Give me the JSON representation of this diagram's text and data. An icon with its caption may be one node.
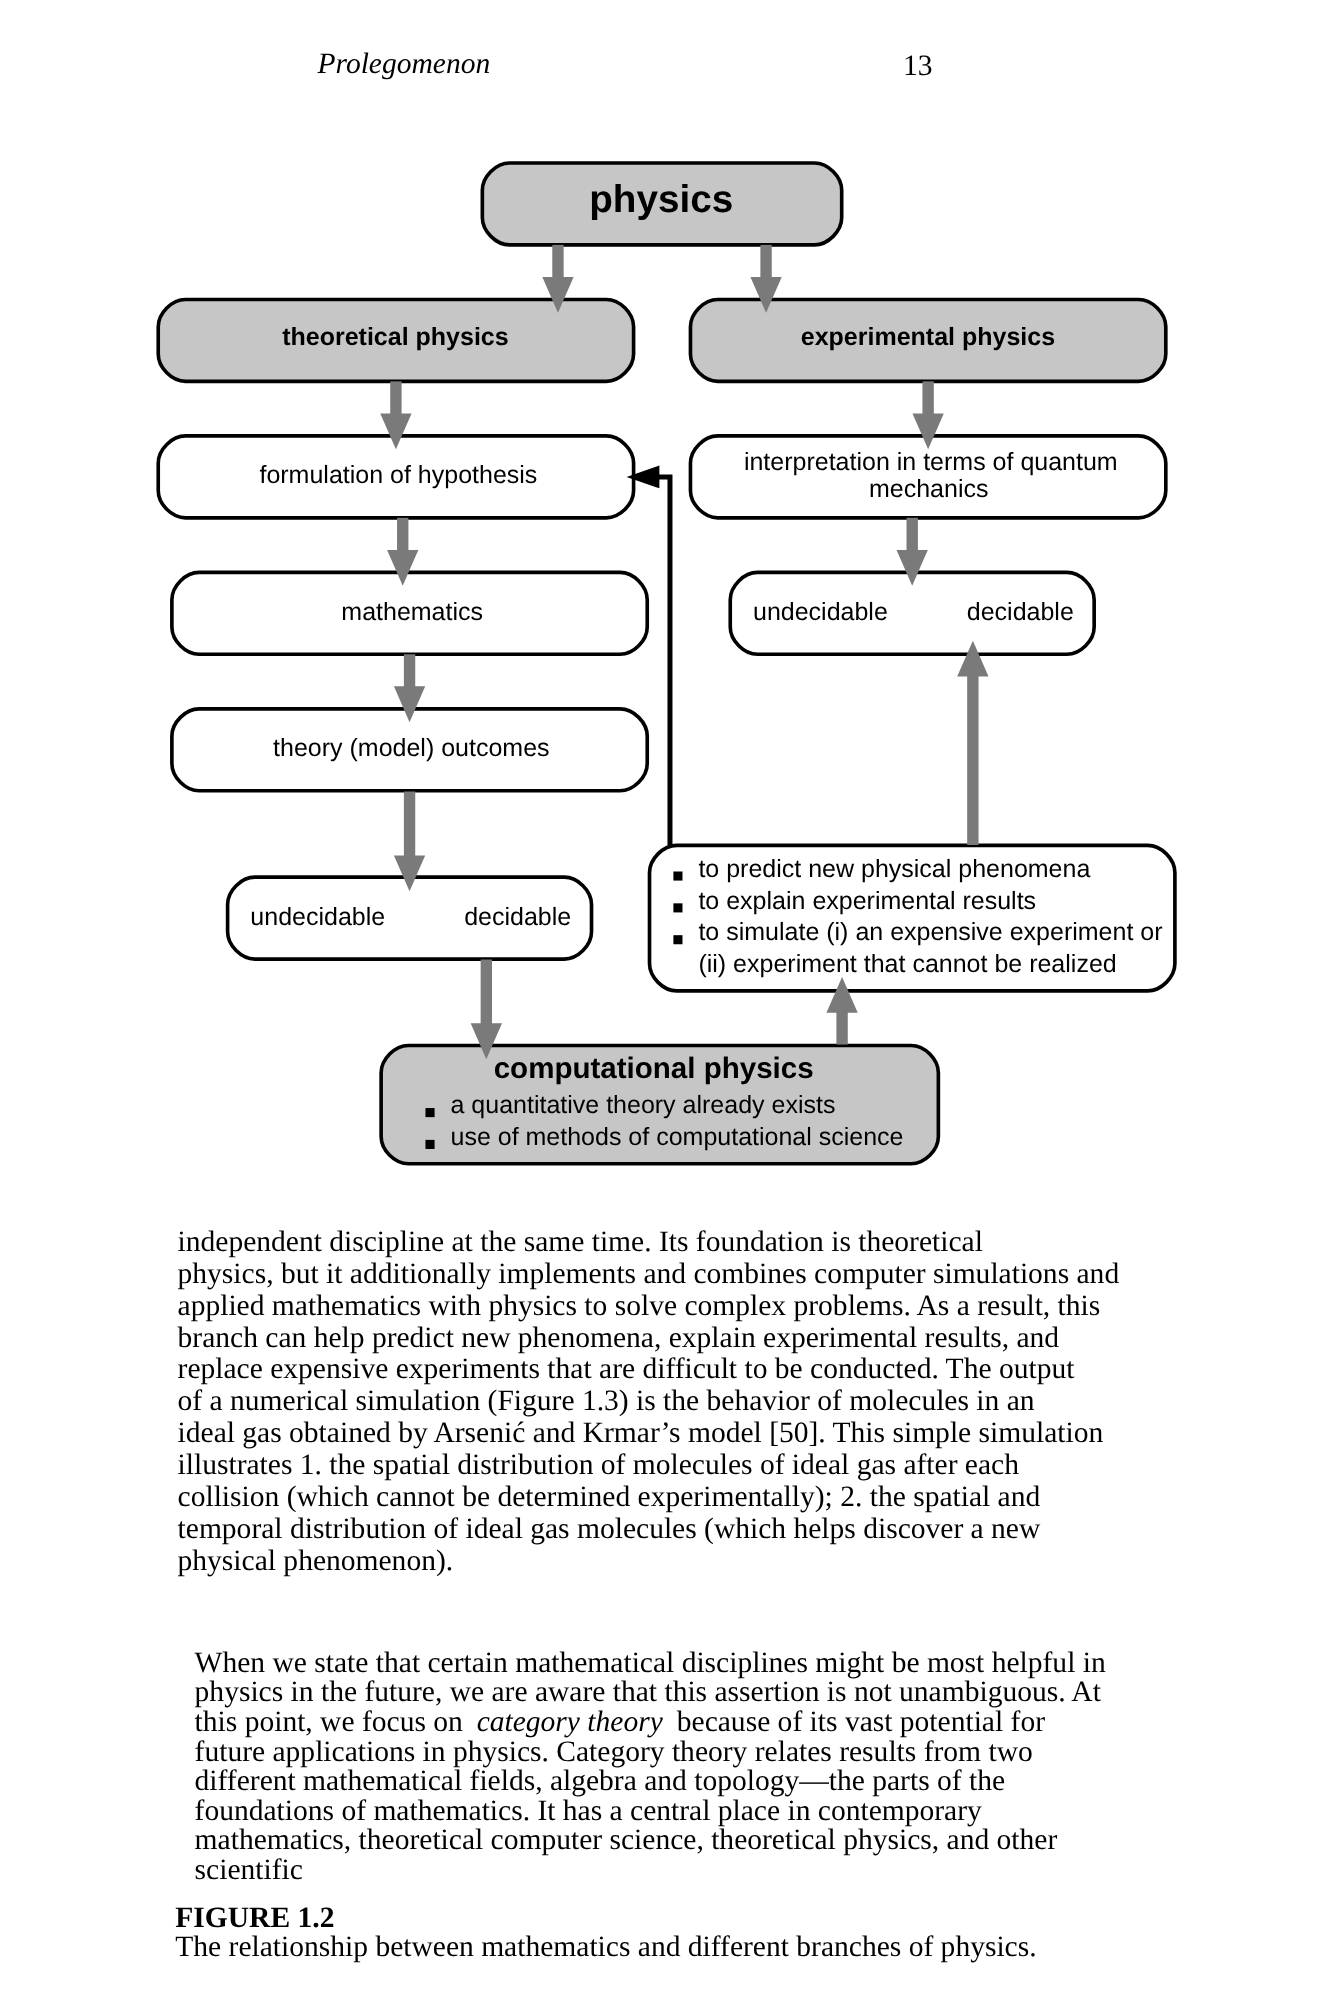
{
  "diagram": {
    "caption": "**FIGURE 1.2** The relationship between mathematics and different branches of physics.",
    "nodes": [
      {
        "text": [
          "physics"
        ]
      },
      {
        "text": [
          "theoretical physics"
        ]
      },
      {
        "text": [
          "experimental physics"
        ]
      },
      {
        "text": [
          "formulation of hypothesis"
        ]
      },
      {
        "text": [
          "interpretation in terms of quantum mechanics"
        ]
      },
      {
        "text": [
          "mathematics"
        ]
      },
      {
        "text": [
          "undecidable",
          "decidable"
        ]
      },
      {
        "text": [
          "theory (model) outcomes"
        ]
      },
      {
        "text": [
          "to predict new physical phenomena",
          "to explain experimental results",
          "to simulate (i) an expensive experiment or (ii) experiment that cannot be realized"
        ]
      },
      {
        "text": [
          "undecidable",
          "decidable"
        ]
      },
      {
        "text": [
          "computational physics",
          "a quantitative theory already exists",
          "use of methods of computational science"
        ]
      }
    ],
    "edges": [
      {
        "from": 0,
        "to": 1,
        "arrow": "to"
      },
      {
        "from": 0,
        "to": 2,
        "arrow": "to"
      },
      {
        "from": 1,
        "to": 3,
        "arrow": "to"
      },
      {
        "from": 2,
        "to": 4,
        "arrow": "to"
      },
      {
        "from": 3,
        "to": 5,
        "arrow": "to"
      },
      {
        "from": 4,
        "to": 6,
        "arrow": "to"
      },
      {
        "from": 5,
        "to": 7,
        "arrow": "to"
      },
      {
        "from": 7,
        "to": 9,
        "arrow": "to"
      },
      {
        "from": 9,
        "to": 10,
        "arrow": "to"
      },
      {
        "from": 10,
        "to": 8,
        "arrow": "to"
      },
      {
        "from": 8,
        "to": 6,
        "arrow": "to"
      },
      {
        "from": 8,
        "to": 3,
        "arrow": "to",
        "color": "#000000"
      }
    ],
    "labels": [
      "Prolegomenon",
      "13",
      "independent discipline at the same time. Its foundation is theoretical physics, but it additionally implements and combines computer simulations and applied mathematics with physics to solve complex problems. As a result, this branch can help predict new phenomena, explain experimental results, and replace expensive experiments that are difficult to be conducted. The output of a numerical simulation (Figure 1.3) is the behavior of molecules in an ideal gas obtained by Arsenić and Krmar’s model [50]. This simple simulation illustrates 1. the spatial distribution of molecules of ideal gas after each collision (which cannot be determined experimentally); 2. the spatial and temporal distribution of ideal gas molecules (which helps discover a new physical phenomenon).",
      "When we state that certain mathematical disciplines might be most helpful in physics in the future, we are aware that this assertion is not unambiguous. At this point, we focus on *category theory* because of its vast potential for future applications in physics. Category theory relates results from two different mathematical fields, algebra and topology—the parts of the foundations of mathematics. It has a central place in contemporary mathematics, theoretical computer science, theoretical physics, and other scientific"
    ]
  }
}
